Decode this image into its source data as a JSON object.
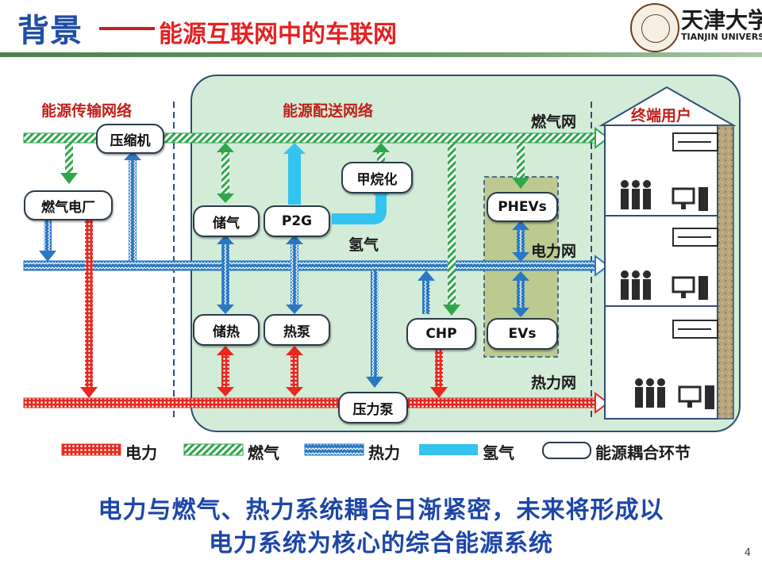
{
  "header": {
    "title": "背景",
    "subtitle": "能源互联网中的车联网",
    "university_cn": "天津大学",
    "university_en": "TIANJIN UNIVERSITY"
  },
  "sections": {
    "transmission": "能源传输网络",
    "distribution": "能源配送网络",
    "end_users": "终端用户"
  },
  "networks": {
    "gas": "燃气网",
    "power": "电力网",
    "heat": "热力网",
    "hydrogen": "氢气"
  },
  "nodes": {
    "compressor": "压缩机",
    "gas_plant": "燃气电厂",
    "gas_storage": "储气",
    "p2g": "P2G",
    "methanation": "甲烷化",
    "phevs": "PHEVs",
    "heat_storage": "储热",
    "heat_pump": "热泵",
    "chp": "CHP",
    "evs": "EVs",
    "pressure_pump": "压力泵"
  },
  "legend": {
    "electric": "电力",
    "gas": "燃气",
    "heat": "热力",
    "hydrogen": "氢气",
    "coupling": "能源耦合环节"
  },
  "colors": {
    "electric": "#e8281e",
    "gas": "#2ea64a",
    "heat": "#2a78c2",
    "hydrogen": "#33c4ef",
    "region_fill": "#d3ecd7",
    "ev_box": "#b9c583",
    "title_blue": "#1f4ea6",
    "section_red": "#c0201a"
  },
  "conclusion": {
    "line1": "电力与燃气、热力系统耦合日渐紧密，未来将形成以",
    "line2": "电力系统为核心的综合能源系统"
  },
  "page_number": "4"
}
